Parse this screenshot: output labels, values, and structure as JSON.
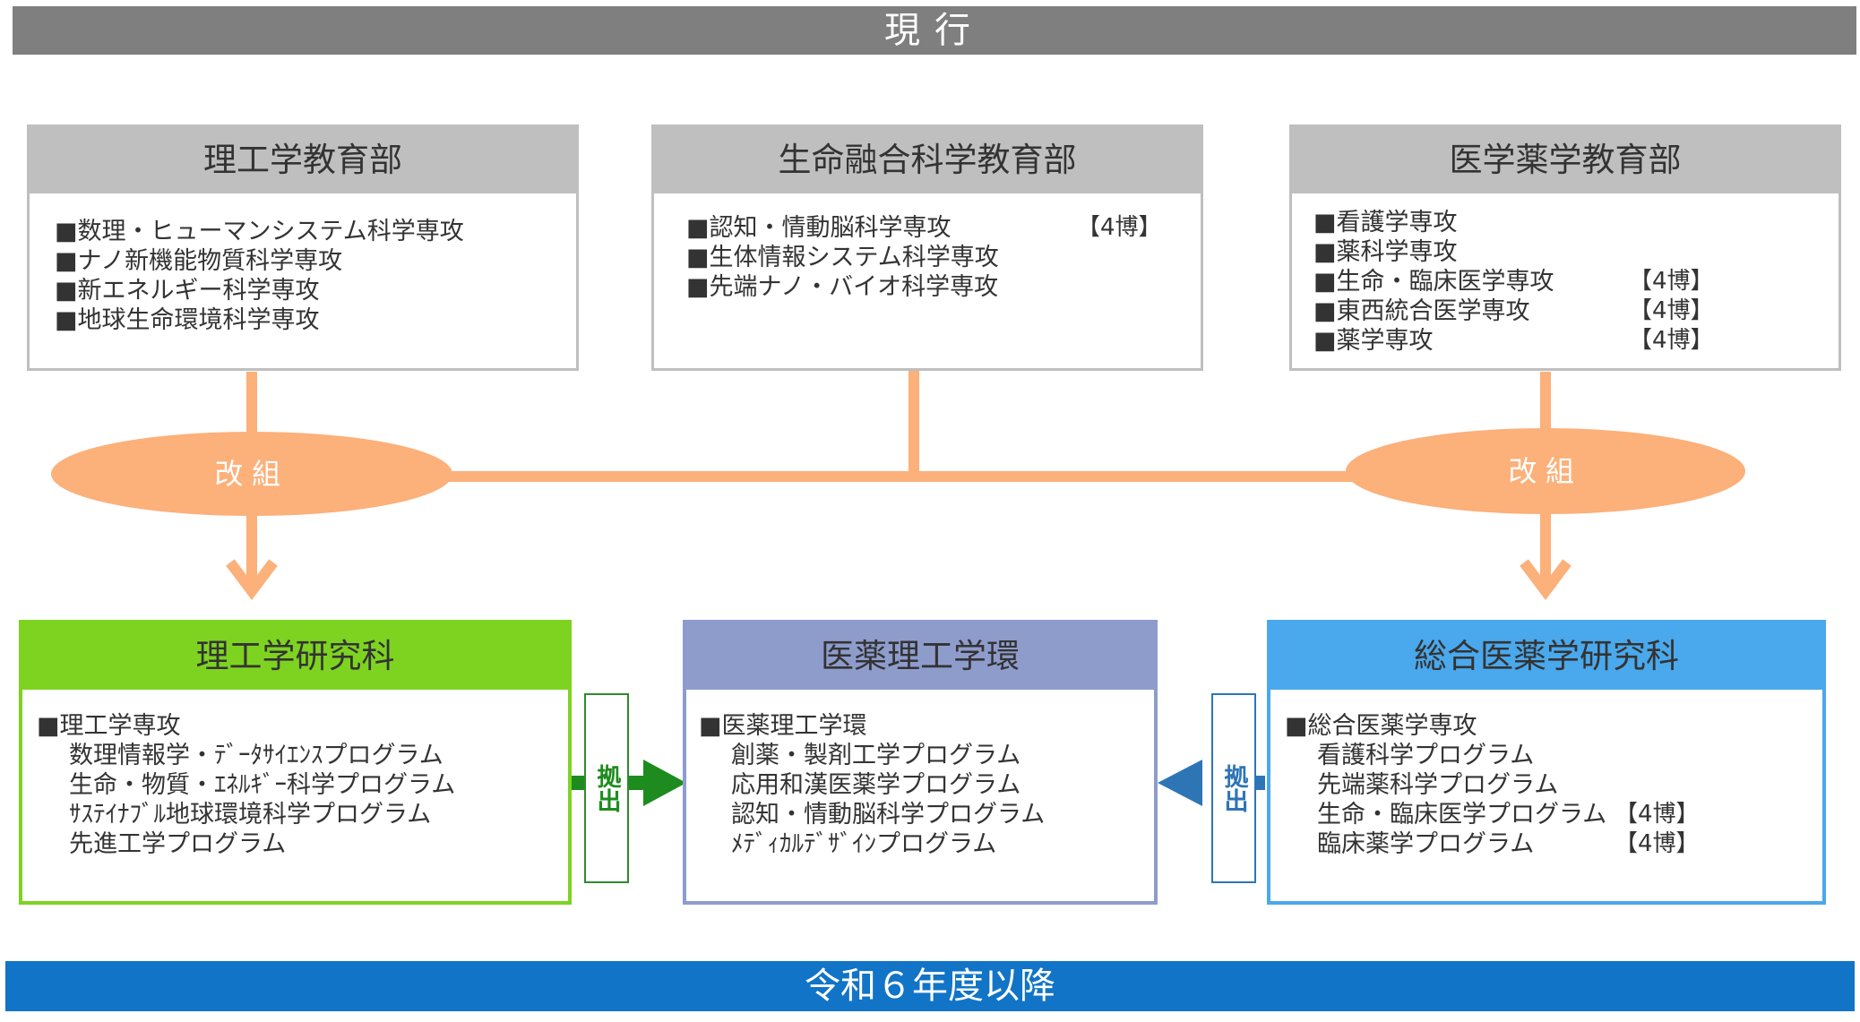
{
  "banner_top": "現行",
  "banner_bottom": "令和６年度以降",
  "current": [
    {
      "title": "理工学教育部",
      "items": [
        "■数理・ヒューマンシステム科学専攻",
        "■ナノ新機能物質科学専攻",
        "■新エネルギー科学専攻",
        "■地球生命環境科学専攻"
      ]
    },
    {
      "title": "生命融合科学教育部",
      "items": [
        "■認知・情動脳科学専攻",
        "■生体情報システム科学専攻",
        "■先端ナノ・バイオ科学専攻"
      ],
      "tag_row0": "【4博】"
    },
    {
      "title": "医学薬学教育部",
      "items": [
        "■看護学専攻",
        "■薬科学専攻",
        "■生命・臨床医学専攻",
        "■東西統合医学専攻",
        "■薬学専攻"
      ],
      "tags": [
        "",
        "",
        "【4博】",
        "【4博】",
        "【4博】"
      ]
    }
  ],
  "reorg_labels": [
    "改組",
    "改組"
  ],
  "new": [
    {
      "title": "理工学研究科",
      "head": "■理工学専攻",
      "programs": [
        "数理情報学・ﾃﾞｰﾀｻｲｴﾝｽプログラム",
        "生命・物質・ｴﾈﾙｷﾞｰ科学プログラム",
        "ｻｽﾃｲﾅﾌﾞﾙ地球環境科学プログラム",
        "先進工学プログラム"
      ]
    },
    {
      "title": "医薬理工学環",
      "head": "■医薬理工学環",
      "programs": [
        "創薬・製剤工学プログラム",
        "応用和漢医薬学プログラム",
        "認知・情動脳科学プログラム",
        "ﾒﾃﾞｨｶﾙﾃﾞｻﾞｲﾝプログラム"
      ]
    },
    {
      "title": "総合医薬学研究科",
      "head": "■総合医薬学専攻",
      "programs": [
        "看護科学プログラム",
        "先端薬科学プログラム",
        "生命・臨床医学プログラム",
        "臨床薬学プログラム"
      ],
      "tags": [
        "",
        "",
        "【4博】",
        "【4博】"
      ]
    }
  ],
  "contribution_labels": [
    "拠出",
    "拠出"
  ],
  "colors": {
    "gray_banner": "#7f7f7f",
    "blue_banner": "#1174c6",
    "orange": "#fcb07a",
    "green": "#7ed321",
    "purple": "#8e9ccc",
    "blue": "#4aa8ec"
  }
}
